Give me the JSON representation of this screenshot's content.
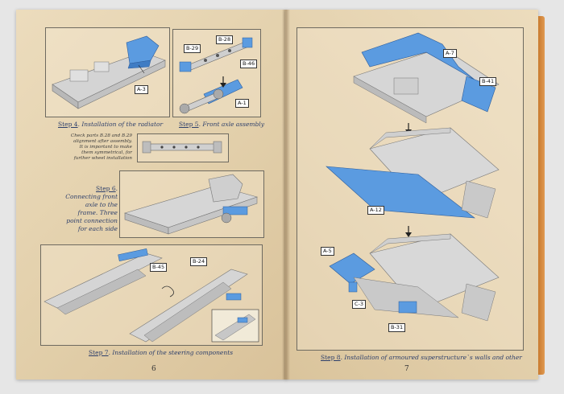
{
  "left_page": {
    "step4": {
      "step": "Step 4",
      "text": ". Installation of the radiator",
      "parts": [
        "A-3"
      ]
    },
    "step5": {
      "step": "Step 5",
      "text": ". Front axle assembly",
      "parts": [
        "B-29",
        "B-28",
        "B-46",
        "A-1"
      ]
    },
    "note": "Check parts B.28 and B.29 alignment after assembly. It is important to make them symmetrical, for further wheel installation",
    "step6": {
      "step": "Step 6",
      "text": ". Connecting front axle to the frame. Three point connection for each side",
      "lines": [
        "Step 6. Connecting",
        "front axle to the frame.",
        "Three point connection",
        "for each side"
      ]
    },
    "step7": {
      "step": "Step 7",
      "text": ". Installation of the steering components",
      "parts": [
        "B-45",
        "B-24"
      ]
    },
    "page_number": "6"
  },
  "right_page": {
    "step8": {
      "step": "Step 8",
      "text": ". Installation of armoured superstructure`s walls and other",
      "parts": [
        "A-7",
        "B-41",
        "A-12",
        "A-5",
        "C-3",
        "B-31"
      ]
    },
    "page_number": "7"
  },
  "colors": {
    "part_blue": "#5b9be0",
    "model_gray": "#c9c9c9",
    "paper": "#e6d4b2"
  }
}
